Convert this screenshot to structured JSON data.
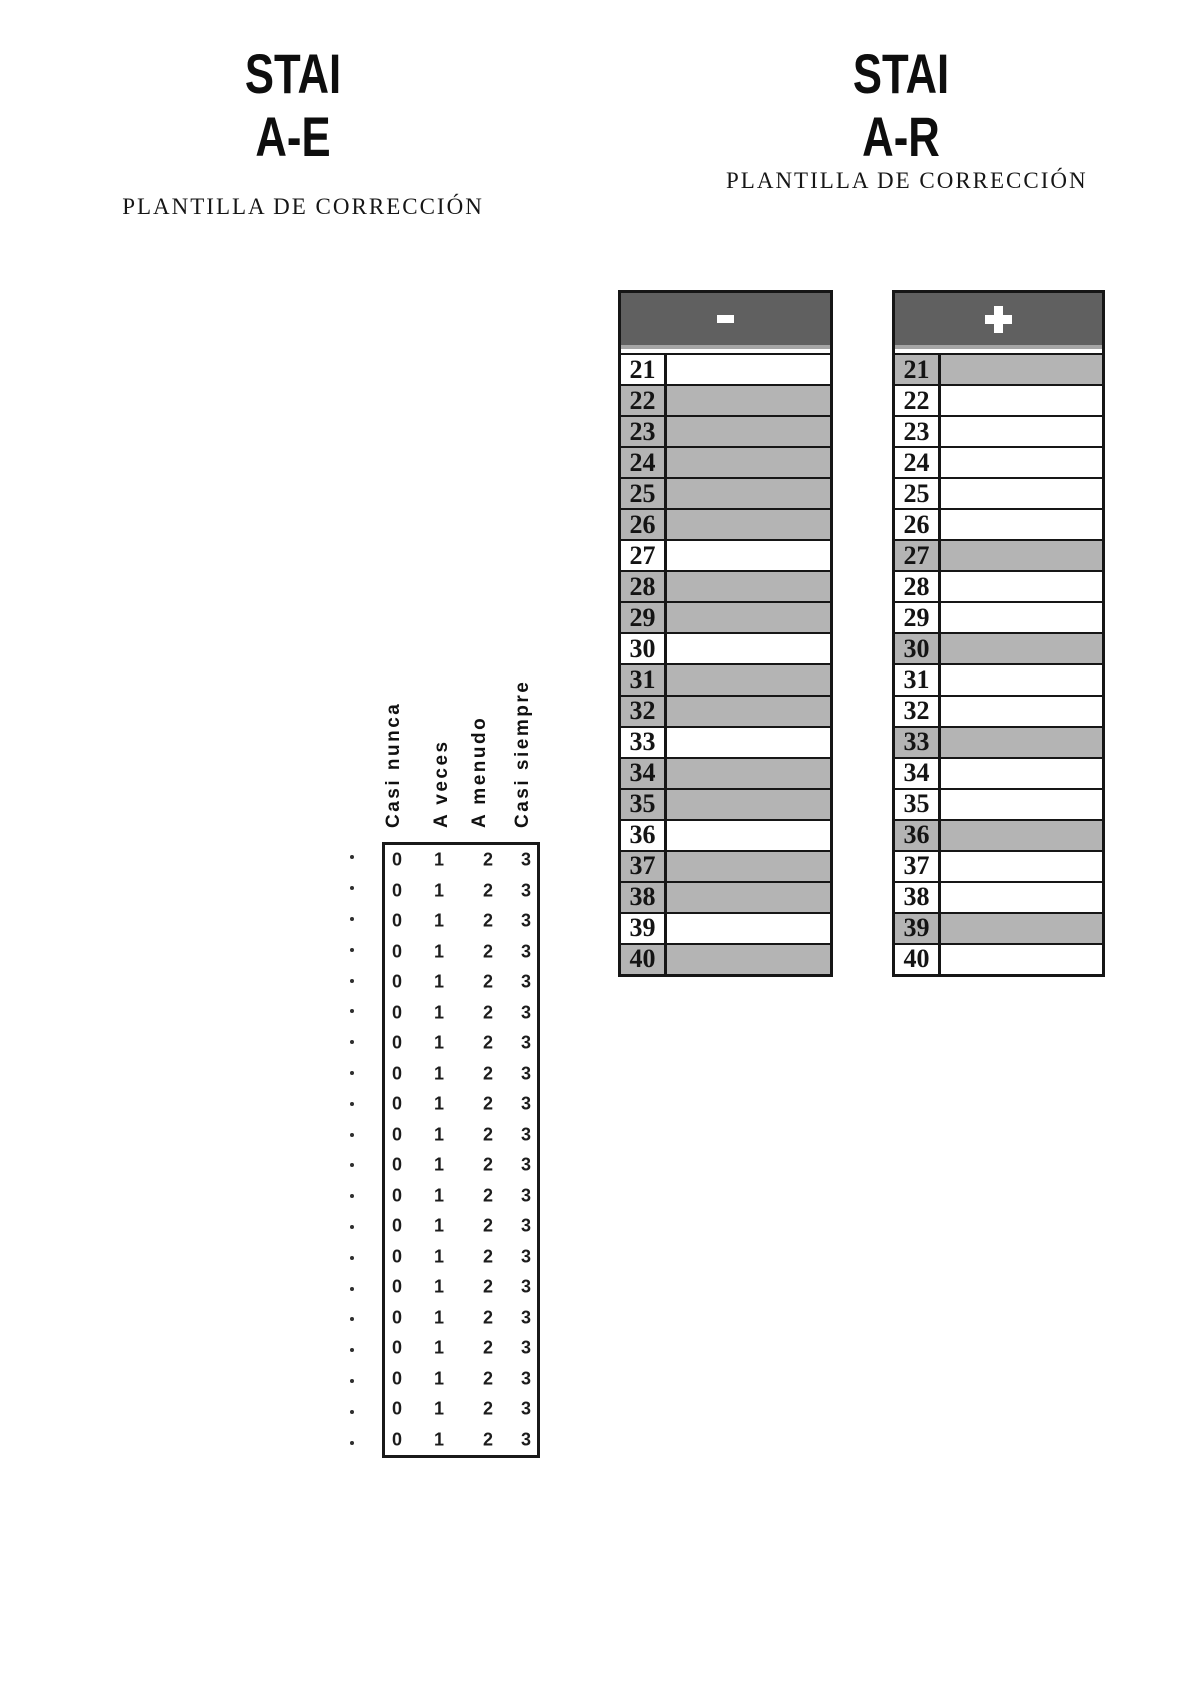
{
  "left_panel": {
    "title_line1": "STAI",
    "title_line2": "A-E",
    "subtitle": "PLANTILLA DE CORRECCIÓN"
  },
  "right_panel": {
    "title_line1": "STAI",
    "title_line2": "A-R",
    "subtitle": "PLANTILLA DE CORRECCIÓN"
  },
  "answer_grid": {
    "column_labels": [
      "Casi nunca",
      "A veces",
      "A menudo",
      "Casi siempre"
    ],
    "option_values": [
      "0",
      "1",
      "2",
      "3"
    ],
    "row_count": 20
  },
  "minus_table": {
    "header_symbol": "-",
    "rows": [
      {
        "num": "21",
        "shaded": false
      },
      {
        "num": "22",
        "shaded": true
      },
      {
        "num": "23",
        "shaded": true
      },
      {
        "num": "24",
        "shaded": true
      },
      {
        "num": "25",
        "shaded": true
      },
      {
        "num": "26",
        "shaded": true
      },
      {
        "num": "27",
        "shaded": false
      },
      {
        "num": "28",
        "shaded": true
      },
      {
        "num": "29",
        "shaded": true
      },
      {
        "num": "30",
        "shaded": false
      },
      {
        "num": "31",
        "shaded": true
      },
      {
        "num": "32",
        "shaded": true
      },
      {
        "num": "33",
        "shaded": false
      },
      {
        "num": "34",
        "shaded": true
      },
      {
        "num": "35",
        "shaded": true
      },
      {
        "num": "36",
        "shaded": false
      },
      {
        "num": "37",
        "shaded": true
      },
      {
        "num": "38",
        "shaded": true
      },
      {
        "num": "39",
        "shaded": false
      },
      {
        "num": "40",
        "shaded": true
      }
    ]
  },
  "plus_table": {
    "header_symbol": "+",
    "rows": [
      {
        "num": "21",
        "shaded": true
      },
      {
        "num": "22",
        "shaded": false
      },
      {
        "num": "23",
        "shaded": false
      },
      {
        "num": "24",
        "shaded": false
      },
      {
        "num": "25",
        "shaded": false
      },
      {
        "num": "26",
        "shaded": false
      },
      {
        "num": "27",
        "shaded": true
      },
      {
        "num": "28",
        "shaded": false
      },
      {
        "num": "29",
        "shaded": false
      },
      {
        "num": "30",
        "shaded": true
      },
      {
        "num": "31",
        "shaded": false
      },
      {
        "num": "32",
        "shaded": false
      },
      {
        "num": "33",
        "shaded": true
      },
      {
        "num": "34",
        "shaded": false
      },
      {
        "num": "35",
        "shaded": false
      },
      {
        "num": "36",
        "shaded": true
      },
      {
        "num": "37",
        "shaded": false
      },
      {
        "num": "38",
        "shaded": false
      },
      {
        "num": "39",
        "shaded": true
      },
      {
        "num": "40",
        "shaded": false
      }
    ]
  },
  "colors": {
    "header_bg": "#606060",
    "shaded_row": "#b4b4b4",
    "border": "#161616",
    "paper": "#ffffff"
  }
}
